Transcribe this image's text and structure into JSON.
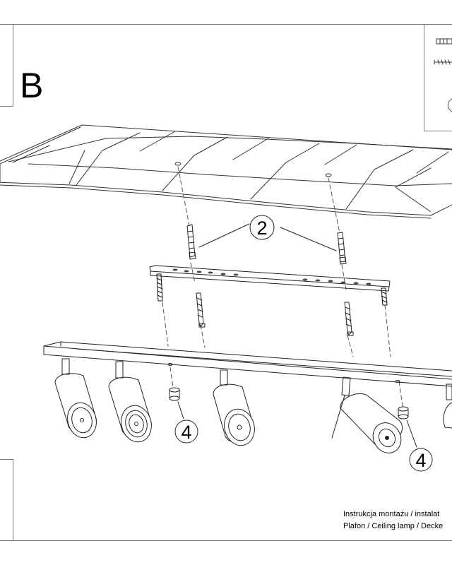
{
  "page": {
    "step_letter": "B"
  },
  "callouts": {
    "dowel_part_number": "2",
    "spacer_part_number_left": "4",
    "spacer_part_number_right": "4"
  },
  "footer": {
    "line1": "Instrukcja montażu / instalat",
    "line2": "Plafon / Ceiling lamp / Decke"
  }
}
